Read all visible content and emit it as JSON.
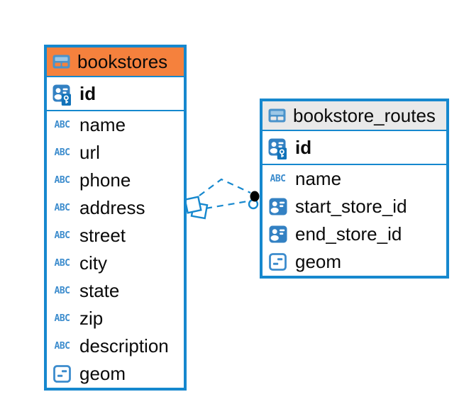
{
  "diagram": {
    "tables": [
      {
        "name": "bookstores",
        "header_bg": "#f5813d",
        "columns": [
          {
            "name": "id",
            "icon": "primary-key",
            "key": true
          },
          {
            "name": "name",
            "icon": "text"
          },
          {
            "name": "url",
            "icon": "text"
          },
          {
            "name": "phone",
            "icon": "text"
          },
          {
            "name": "address",
            "icon": "text"
          },
          {
            "name": "street",
            "icon": "text"
          },
          {
            "name": "city",
            "icon": "text"
          },
          {
            "name": "state",
            "icon": "text"
          },
          {
            "name": "zip",
            "icon": "text"
          },
          {
            "name": "description",
            "icon": "text"
          },
          {
            "name": "geom",
            "icon": "geometry"
          }
        ]
      },
      {
        "name": "bookstore_routes",
        "header_bg": "#e9e9e9",
        "columns": [
          {
            "name": "id",
            "icon": "primary-key",
            "key": true
          },
          {
            "name": "name",
            "icon": "text"
          },
          {
            "name": "start_store_id",
            "icon": "foreign-key"
          },
          {
            "name": "end_store_id",
            "icon": "foreign-key"
          },
          {
            "name": "geom",
            "icon": "geometry"
          }
        ]
      }
    ],
    "connector": {
      "style": "dashed",
      "line_count": 2,
      "left_marker": "stacked-squares",
      "right_marker": "black-dot"
    },
    "colors": {
      "accent_blue": "#1688ce",
      "orange_header": "#f5813d",
      "gray_header": "#e9e9e9",
      "icon_blue": "#3381c3",
      "icon_blue_light": "#9cc7e6",
      "icon_text_blue": "#3c8ccd",
      "table_icon_blue": "#4a93cb",
      "key_badge_blue": "#1173ba",
      "dot_black": "#000000",
      "text_color": "#0a0a0a",
      "canvas_bg": "#ffffff"
    }
  }
}
